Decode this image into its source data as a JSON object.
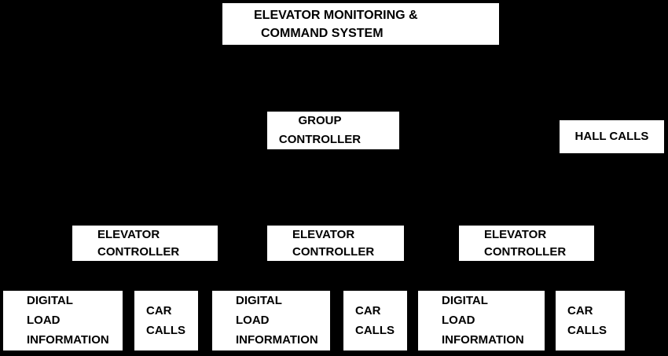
{
  "canvas": {
    "background_color": "#000000",
    "node_fill_color": "#ffffff",
    "node_text_color": "#000000"
  },
  "nodes": {
    "monitoring_system": {
      "lines": [
        "ELEVATOR MONITORING &",
        "COMMAND SYSTEM"
      ]
    },
    "group_controller": {
      "lines": [
        "GROUP",
        "CONTROLLER"
      ]
    },
    "hall_calls": {
      "lines": [
        "HALL CALLS"
      ]
    },
    "elevator_controllers": [
      {
        "lines": [
          "ELEVATOR",
          "CONTROLLER"
        ]
      },
      {
        "lines": [
          "ELEVATOR",
          "CONTROLLER"
        ]
      },
      {
        "lines": [
          "ELEVATOR",
          "CONTROLLER"
        ]
      }
    ],
    "digital_load_information": [
      {
        "lines": [
          "DIGITAL",
          "LOAD",
          "INFORMATION"
        ]
      },
      {
        "lines": [
          "DIGITAL",
          "LOAD",
          "INFORMATION"
        ]
      },
      {
        "lines": [
          "DIGITAL",
          "LOAD",
          "INFORMATION"
        ]
      }
    ],
    "car_calls": [
      {
        "lines": [
          "CAR",
          "CALLS"
        ]
      },
      {
        "lines": [
          "CAR",
          "CALLS"
        ]
      },
      {
        "lines": [
          "CAR",
          "CALLS"
        ]
      }
    ]
  }
}
